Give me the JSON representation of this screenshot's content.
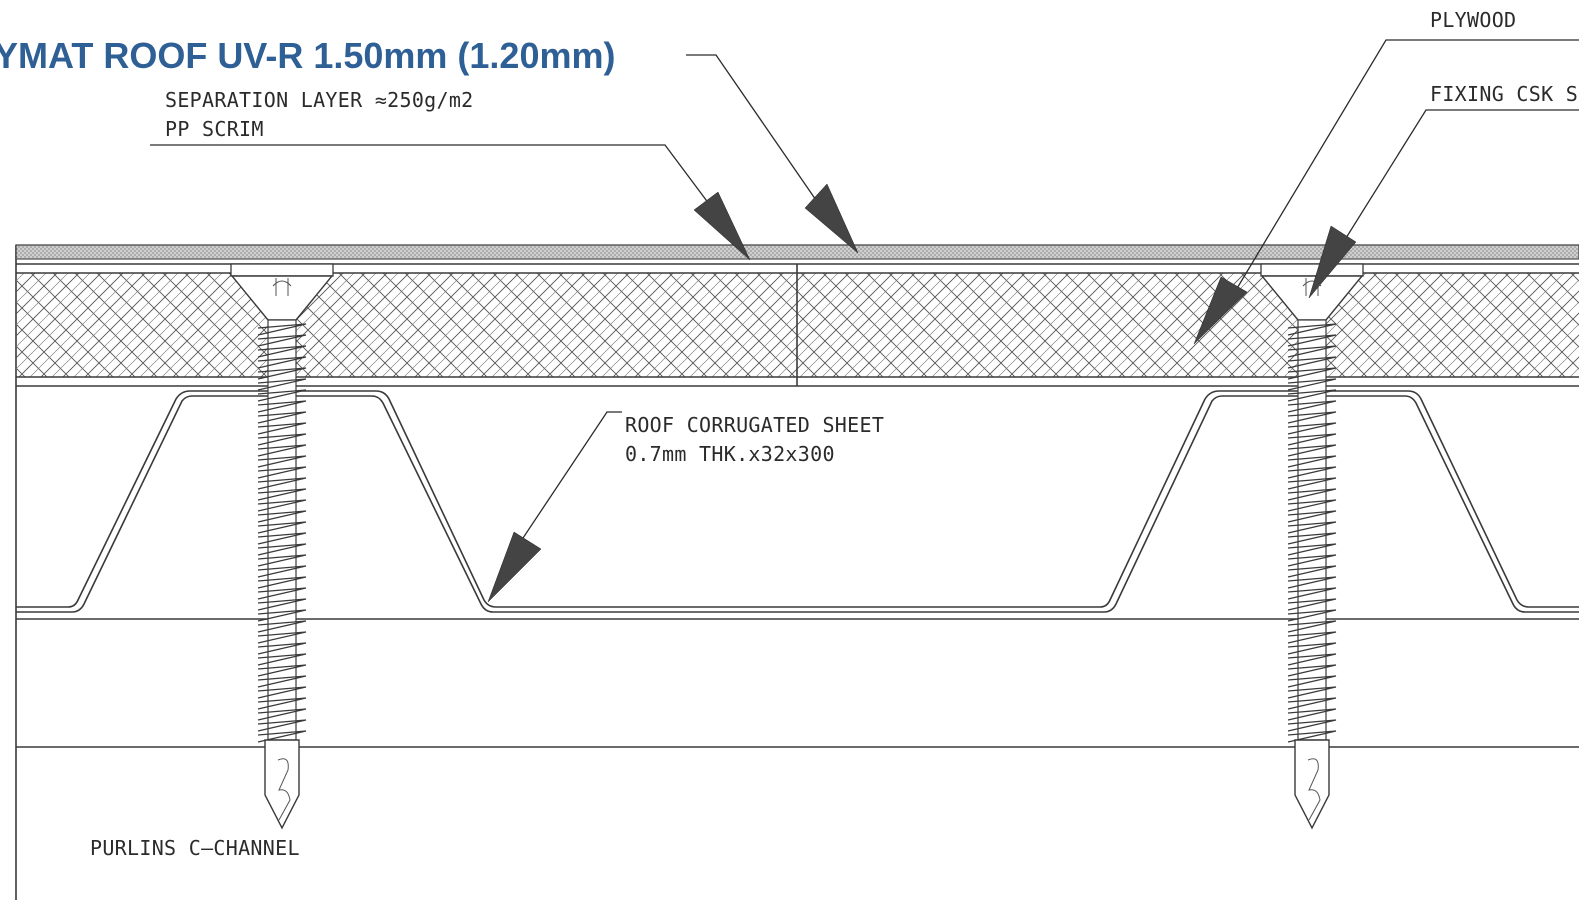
{
  "title": "YMAT ROOF UV-R 1.50mm (1.20mm)",
  "labels": {
    "separation_line1": "SEPARATION LAYER ≈250g/m2",
    "separation_line2": "PP SCRIM",
    "plywood": "PLYWOOD",
    "fixing": "FIXING CSK S",
    "sheet_line1": "ROOF CORRUGATED SHEET",
    "sheet_line2": "0.7mm THK.x32x300",
    "purlins": "PURLINS C–CHANNEL"
  },
  "colors": {
    "title": "#2e5f95",
    "linework": "#3a3a3a",
    "arrowhead": "#444444"
  }
}
